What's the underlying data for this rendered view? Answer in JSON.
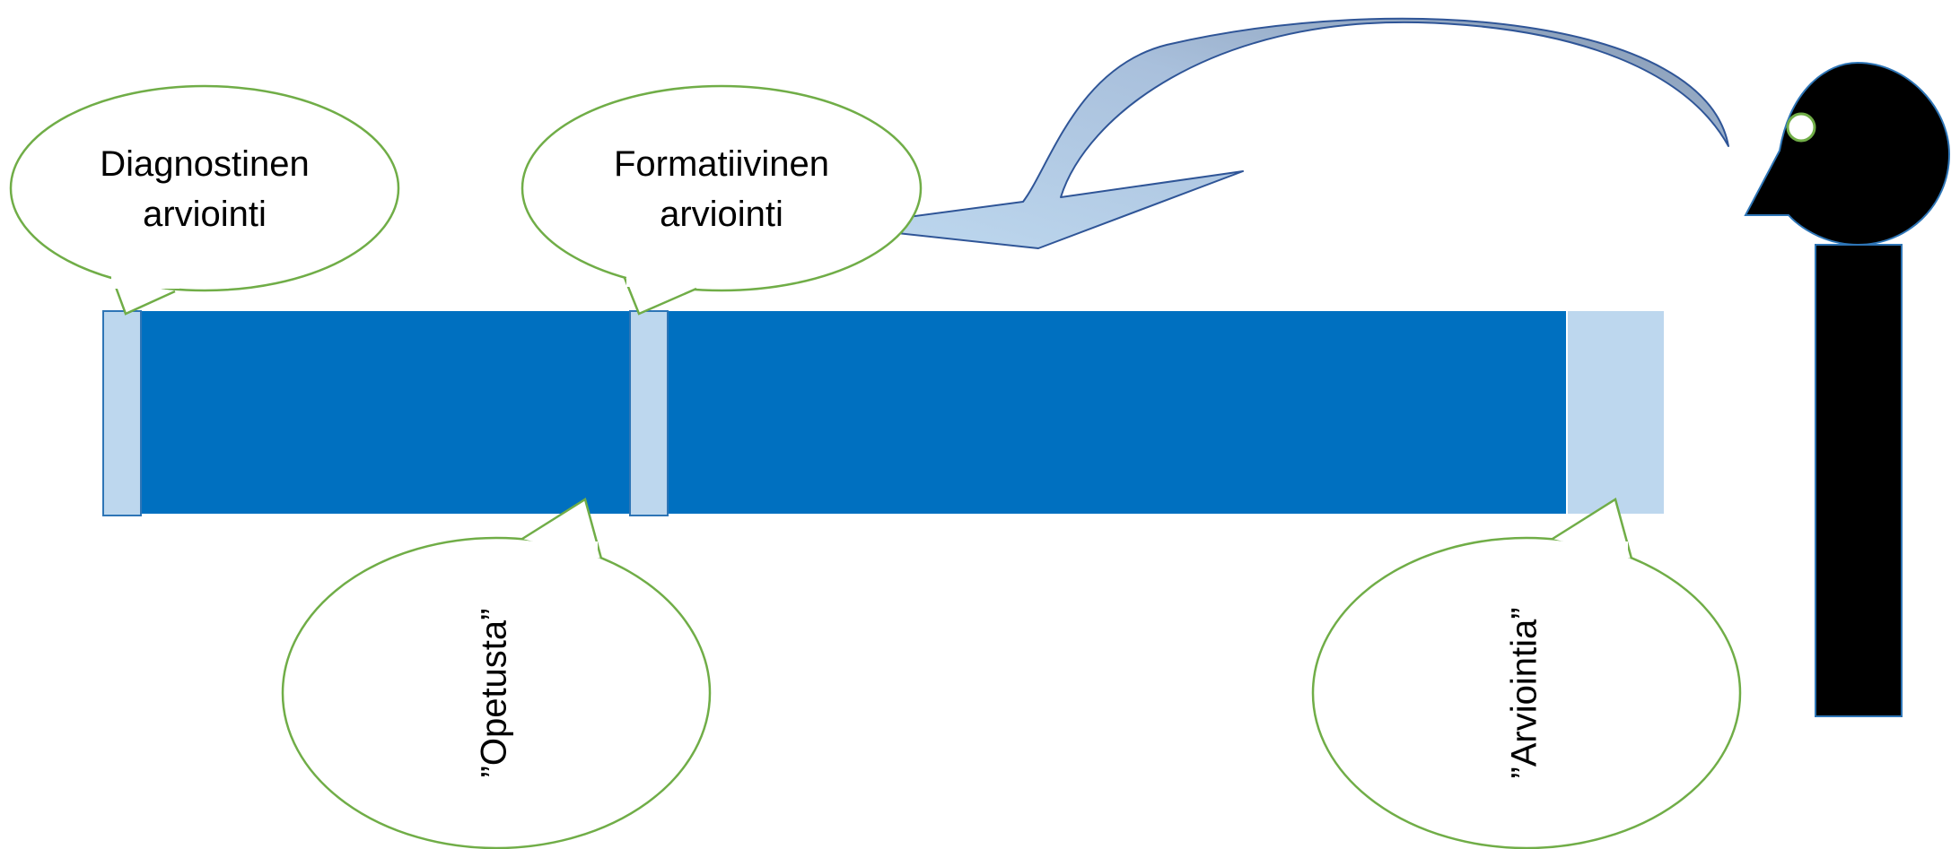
{
  "callouts": {
    "diagnostic": {
      "line1": "Diagnostinen",
      "line2": "arviointi"
    },
    "formative": {
      "line1": "Formatiivinen",
      "line2": "arviointi"
    },
    "teaching": {
      "text": "”Opetusta”"
    },
    "assessing": {
      "text": "”Arviointia”"
    }
  },
  "colors": {
    "timeline_bar": "#0070c0",
    "checkpoint_fill": "#bdd7ee",
    "checkpoint_stroke": "#2e75b6",
    "bubble_stroke": "#70ad47",
    "curved_arrow_fill_light": "#bdd7ee",
    "curved_arrow_fill_dark": "#8497b0",
    "curved_arrow_stroke": "#2f5597",
    "figure_fill": "#000000",
    "figure_stroke": "#2e75b6",
    "eye_fill": "#ffffff",
    "eye_stroke": "#70ad47"
  },
  "icons": {
    "figure": "observer-figure-icon",
    "eye": "eye-icon"
  }
}
